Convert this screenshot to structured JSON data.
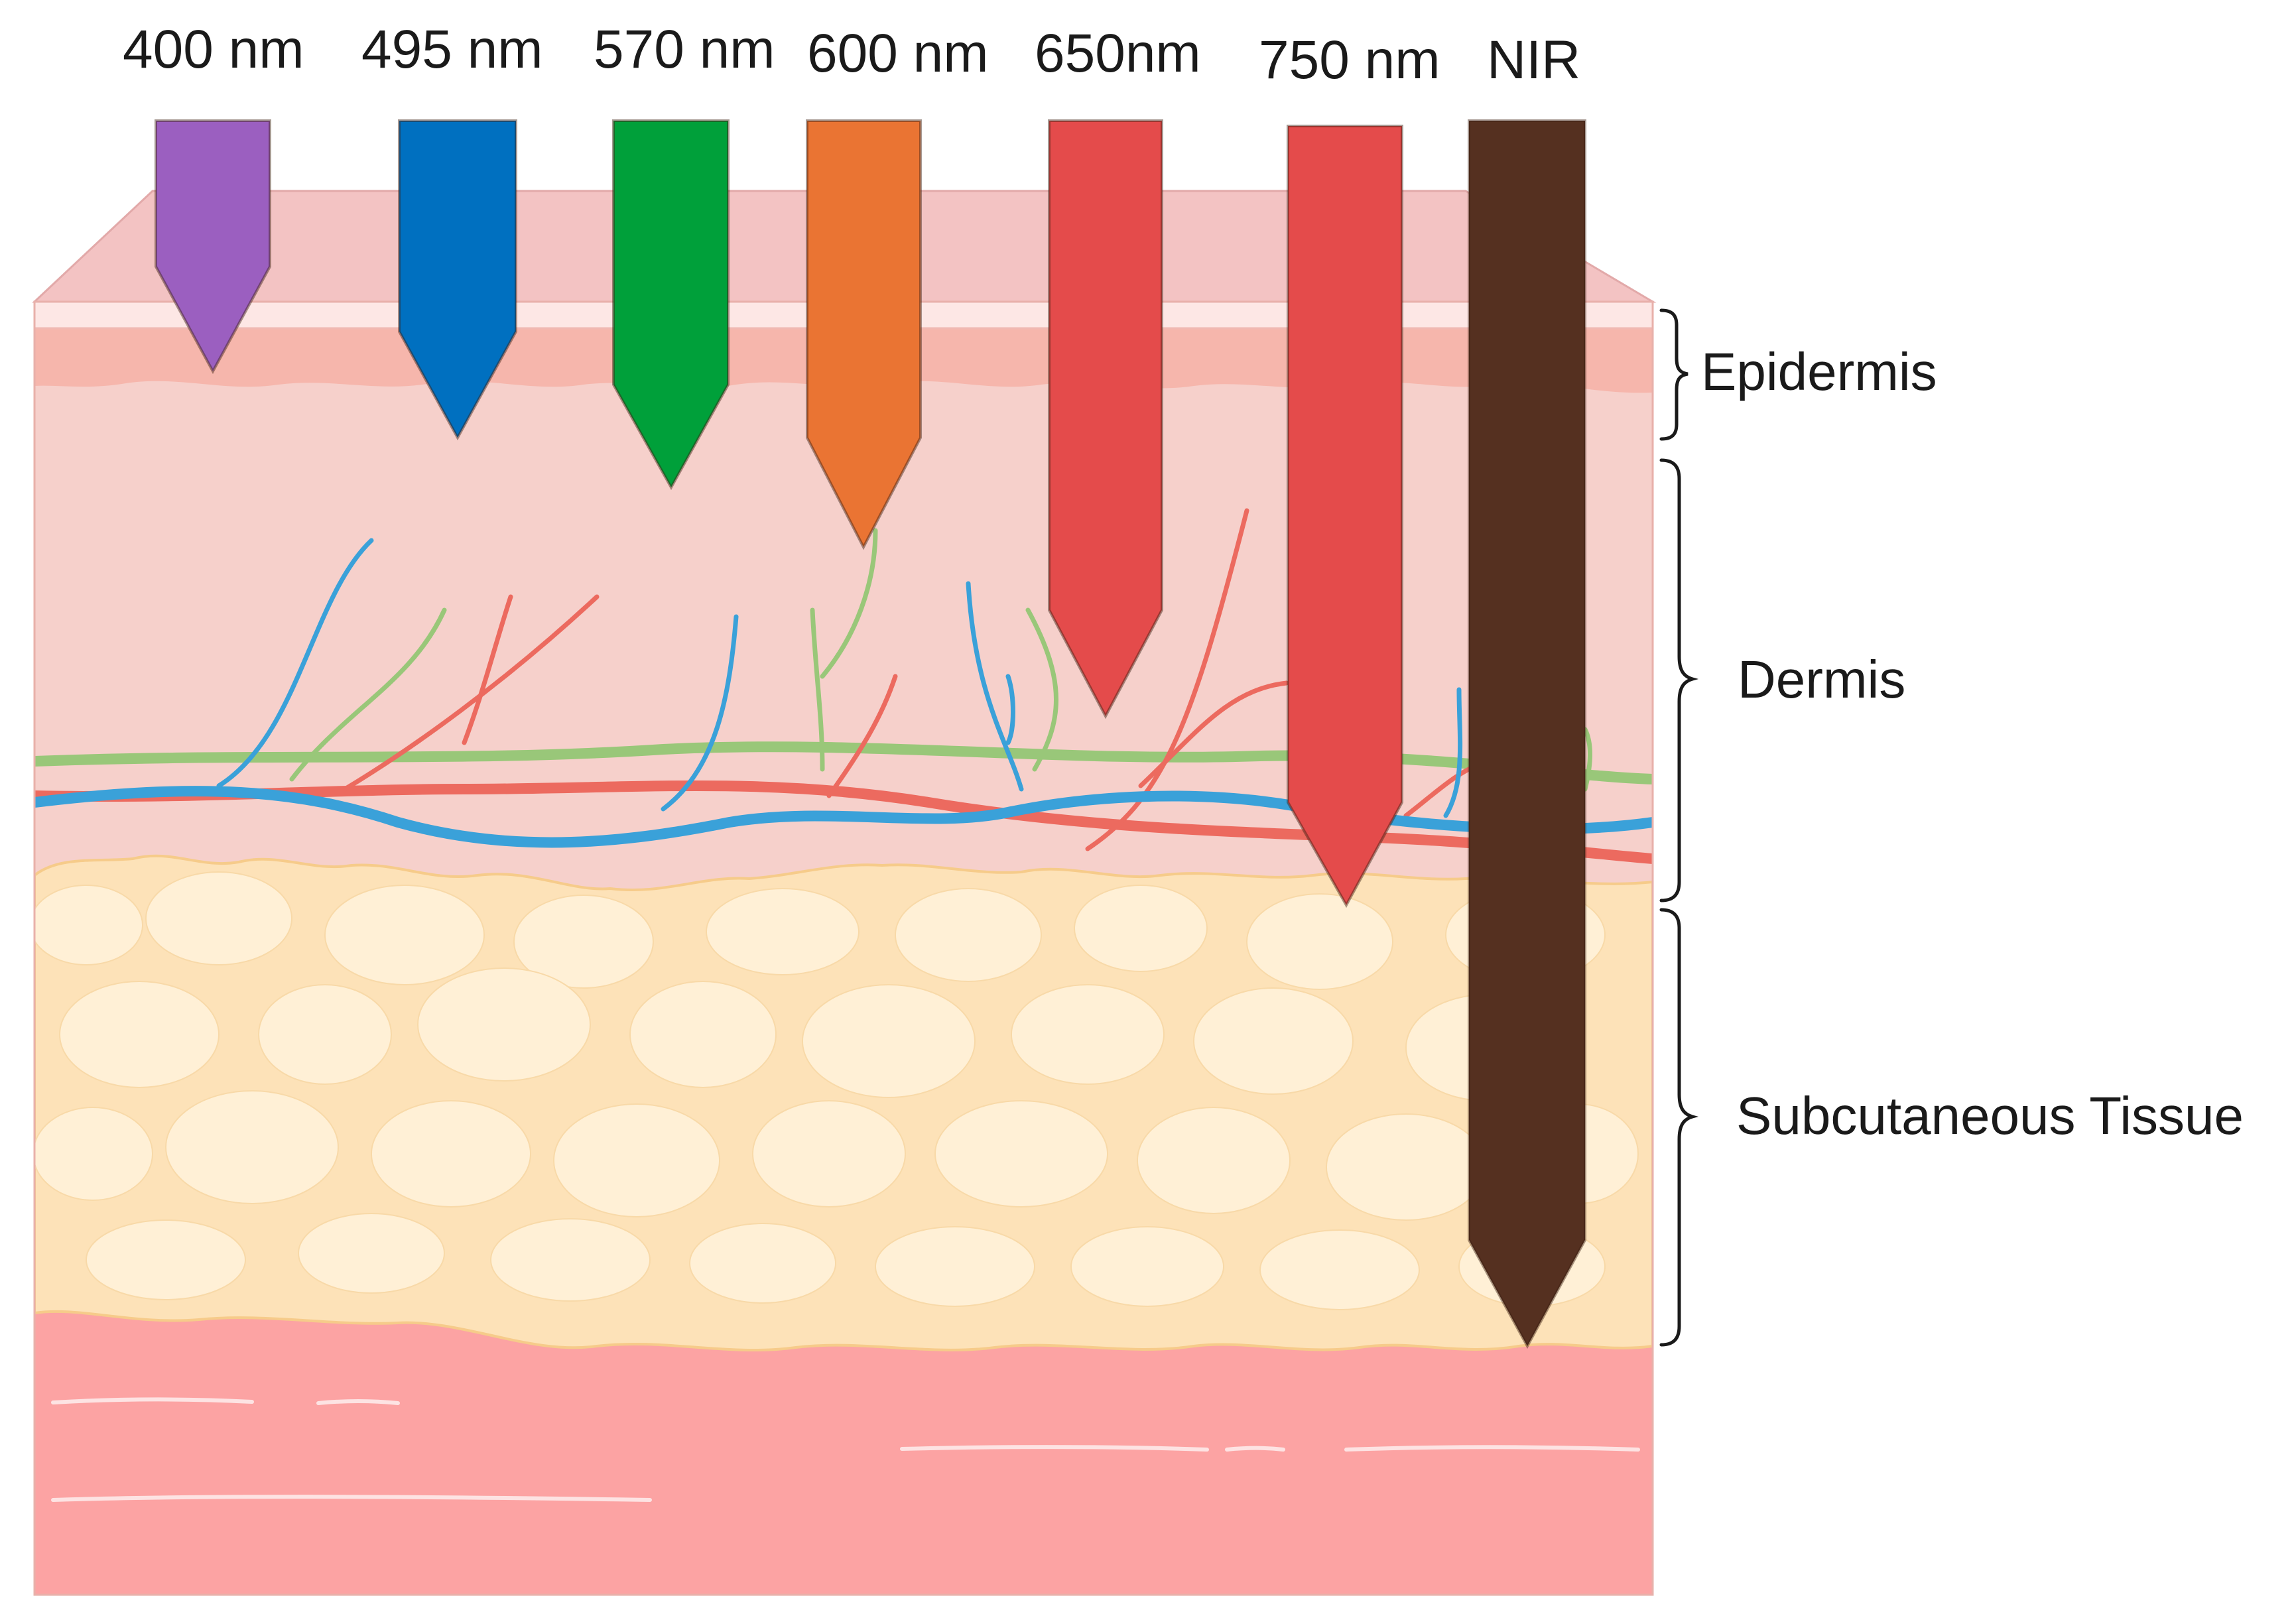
{
  "wavelengths": [
    {
      "label": "400 nm",
      "color": "#9b5fc0",
      "penetrates_to": "epidermis"
    },
    {
      "label": "495 nm",
      "color": "#0070c0",
      "penetrates_to": "epidermis"
    },
    {
      "label": "570 nm",
      "color": "#00a03a",
      "penetrates_to": "upper dermis"
    },
    {
      "label": "600 nm",
      "color": "#ea7433",
      "penetrates_to": "upper dermis"
    },
    {
      "label": "650nm",
      "color": "#e44b4b",
      "penetrates_to": "dermis"
    },
    {
      "label": "750 nm",
      "color": "#e44b4b",
      "penetrates_to": "lower dermis"
    },
    {
      "label": "NIR",
      "color": "#553020",
      "penetrates_to": "subcutaneous tissue"
    }
  ],
  "layers": [
    {
      "label": "Epidermis",
      "color": "#f6b6ac"
    },
    {
      "label": "Dermis",
      "color": "#f6d0cb"
    },
    {
      "label": "Subcutaneous Tissue",
      "color": "#fde2b8"
    }
  ],
  "colors": {
    "skin_top": "#f3c3c3",
    "epidermis": "#f6b6ac",
    "dermis": "#f6d0cb",
    "fat": "#fde2b8",
    "fat_edge": "#f6cb8a",
    "muscle": "#fca3a3",
    "artery": "#ec6a5f",
    "vein": "#3aa1d9",
    "lymph": "#99c779"
  }
}
